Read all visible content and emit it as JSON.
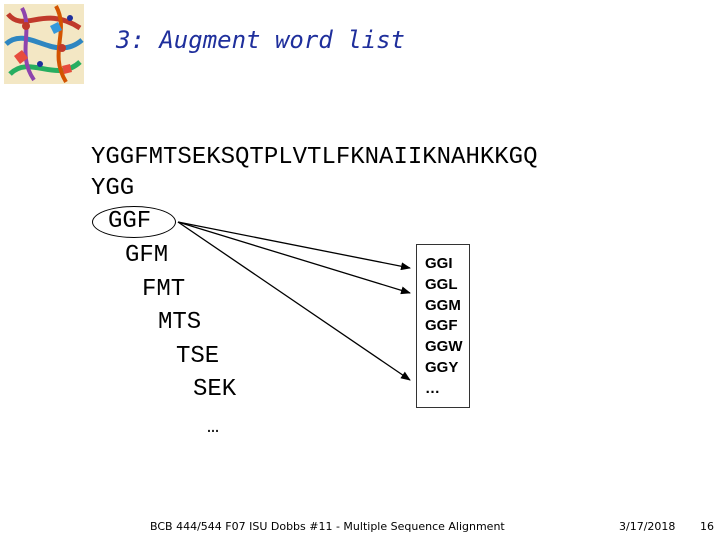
{
  "slide": {
    "title": "3: Augment word list",
    "sequence": "YGGFMTSEKSQTPLVTLFKNAIIKNAHKKGQ",
    "words": [
      "YGG",
      "GGF",
      "GFM",
      "FMT",
      "MTS",
      "TSE",
      "SEK"
    ],
    "words_ellipsis": "…",
    "highlighted_word": "GGF",
    "neighborhood": [
      "GGI",
      "GGL",
      "GGM",
      "GGF",
      "GGW",
      "GGY",
      "…"
    ]
  },
  "footer": {
    "course": "BCB 444/544 F07 ISU Dobbs #11 - Multiple Sequence Alignment",
    "date": "3/17/2018",
    "page": "16"
  },
  "colors": {
    "title": "#1f2f9c",
    "text": "#000000"
  },
  "icons": {
    "logo": "dna-illustration-icon"
  }
}
